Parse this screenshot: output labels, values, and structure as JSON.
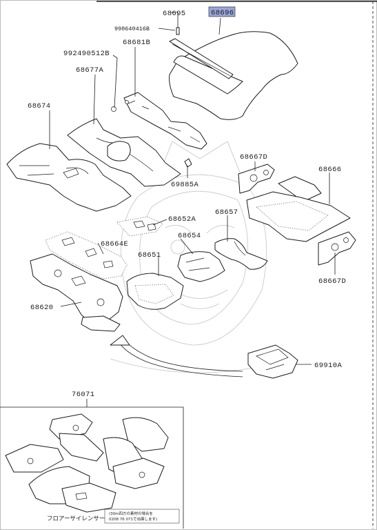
{
  "diagram": {
    "highlight_color": "#9aa6d6",
    "line_color": "#1a1a1a",
    "watermark": "samurai-helmet-logo",
    "part_numbers": {
      "p68695": "68695",
      "p68696": "68696",
      "p998640416B": "998640416B",
      "p992490512B": "992490512B",
      "p68681B": "68681B",
      "p68677A": "68677A",
      "p68674": "68674",
      "p68667D_top": "68667D",
      "p68666": "68666",
      "p68657": "68657",
      "p69885A": "69885A",
      "p68652A": "68652A",
      "p68654": "68654",
      "p68664E": "68664E",
      "p68651": "68651",
      "p68620": "68620",
      "p68667D_bottom": "68667D",
      "p69910A": "69910A",
      "p76071": "76071"
    },
    "caption_jp": "フロアーサイレンサー",
    "note_jp_line1": "(30m四方の素材の場合を",
    "note_jp_line2": "0208 76 071で出庫します)"
  }
}
